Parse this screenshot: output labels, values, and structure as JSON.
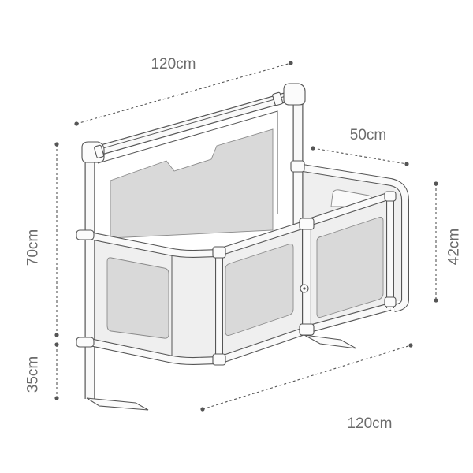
{
  "dimensions": {
    "top_width": "120cm",
    "depth": "50cm",
    "total_height": "70cm",
    "panel_height": "42cm",
    "leg_height": "35cm",
    "bottom_width": "120cm"
  },
  "colors": {
    "line": "#555555",
    "mesh": "#d9d9d9",
    "fabric": "#efefef",
    "label": "#6b6b6b"
  }
}
